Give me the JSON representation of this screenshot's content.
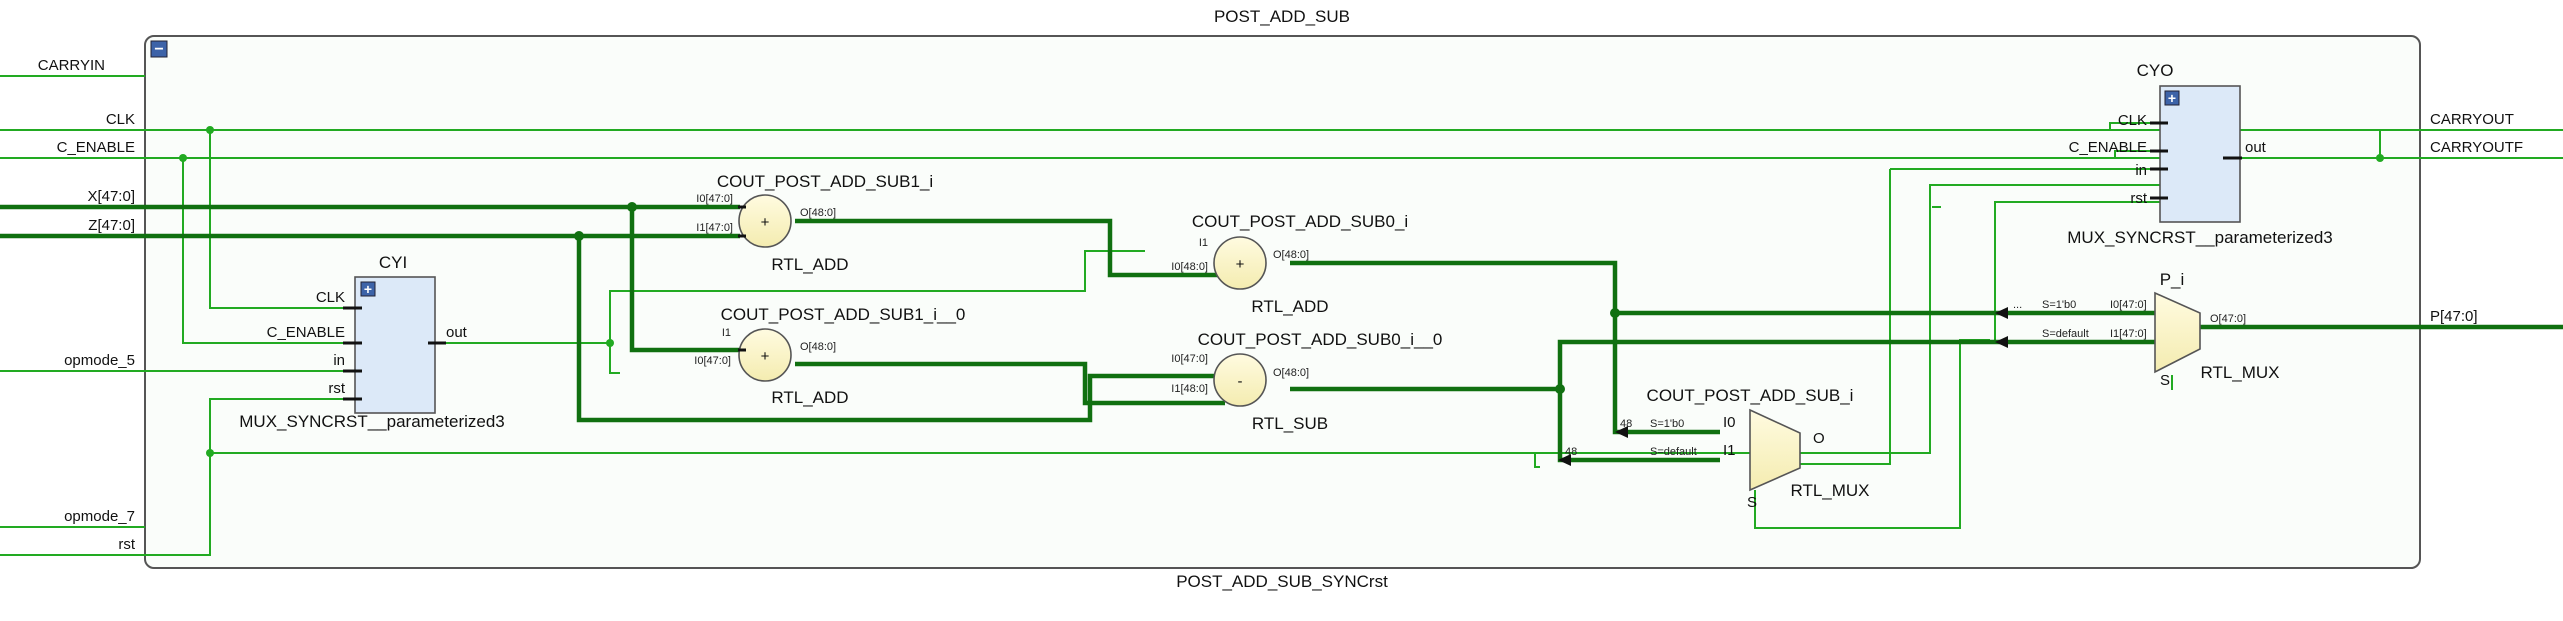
{
  "frame": {
    "title": "POST_ADD_SUB",
    "subtitle": "POST_ADD_SUB_SYNCrst",
    "collapse_glyph": "−"
  },
  "ports": {
    "inputs": [
      "CARRYIN",
      "CLK",
      "C_ENABLE",
      "X[47:0]",
      "Z[47:0]",
      "opmode_5",
      "opmode_7",
      "rst"
    ],
    "outputs": [
      "CARRYOUT",
      "CARRYOUTF",
      "P[47:0]"
    ]
  },
  "cyi": {
    "name": "CYI",
    "type": "MUX_SYNCRST__parameterized3",
    "pins": [
      "CLK",
      "C_ENABLE",
      "in",
      "rst"
    ],
    "out": "out",
    "expand_glyph": "+"
  },
  "cyo": {
    "name": "CYO",
    "type": "MUX_SYNCRST__parameterized3",
    "pins": [
      "CLK",
      "C_ENABLE",
      "in",
      "rst"
    ],
    "out": "out",
    "expand_glyph": "+"
  },
  "add1": {
    "name": "COUT_POST_ADD_SUB1_i",
    "type": "RTL_ADD",
    "op": "+",
    "in0": "I0[47:0]",
    "in1": "I1[47:0]",
    "out": "O[48:0]"
  },
  "add2": {
    "name": "COUT_POST_ADD_SUB1_i__0",
    "type": "RTL_ADD",
    "op": "+",
    "in0": "I1",
    "in1": "I0[47:0]",
    "out": "O[48:0]"
  },
  "add3": {
    "name": "COUT_POST_ADD_SUB0_i",
    "type": "RTL_ADD",
    "op": "+",
    "in0": "I1",
    "in1": "I0[48:0]",
    "out": "O[48:0]"
  },
  "sub1": {
    "name": "COUT_POST_ADD_SUB0_i__0",
    "type": "RTL_SUB",
    "op": "-",
    "in0": "I0[47:0]",
    "in1": "I1[48:0]",
    "out": "O[48:0]"
  },
  "mux1": {
    "name": "COUT_POST_ADD_SUB_i",
    "type": "RTL_MUX",
    "in0": "I0",
    "in1": "I1",
    "out": "O",
    "sel": "S",
    "sel0": "S=1'b0",
    "sel1": "S=default",
    "width0": "48",
    "width1": "48"
  },
  "mux2": {
    "name": "P_i",
    "type": "RTL_MUX",
    "in0": "I0[47:0]",
    "in1": "I1[47:0]",
    "out": "O[47:0]",
    "sel": "S",
    "sel0": "S=1'b0",
    "sel1": "S=default",
    "ellipsis": "..."
  }
}
